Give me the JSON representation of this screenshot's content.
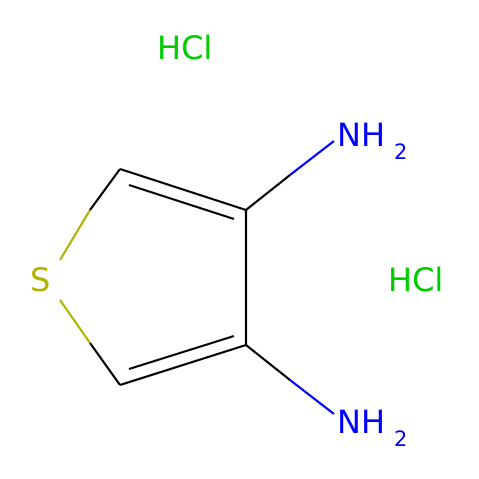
{
  "molecule": {
    "salt_labels": [
      "HCl",
      "HCl"
    ],
    "atoms": {
      "sulfur": "S",
      "amine_top": {
        "main": "NH",
        "subscript": "2"
      },
      "amine_bottom": {
        "main": "NH",
        "subscript": "2"
      }
    },
    "colors": {
      "bond": "#000000",
      "sulfur": "#b2b200",
      "nitrogen": "#0000ff",
      "chlorine": "#00cc00"
    }
  }
}
